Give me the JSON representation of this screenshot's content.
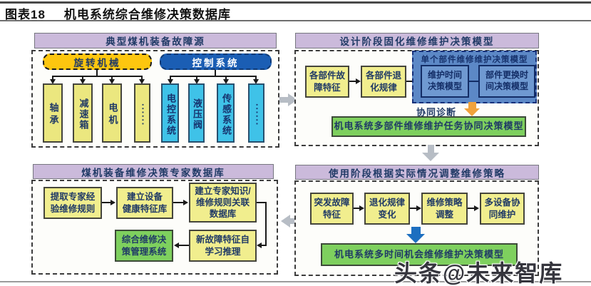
{
  "title": {
    "figure_label": "图表18",
    "text": "机电系统综合维修决策数据库"
  },
  "watermark": "头条@未来智库",
  "colors": {
    "header_fill": "#cbbadb",
    "yellow_box": "#f1ee8e",
    "tall_yellow": "#ebe77f",
    "gold_pill": "#fdc60f",
    "blue_pill": "#1b5eb4",
    "cyan_box": "#3fc2e8",
    "container_blue": "#5c88c6",
    "inner_blue": "#6f99d1",
    "green_box": "#7ed05e",
    "orange_arrow": "#f0a23c",
    "gray_arrow": "#b7bdc5",
    "blue_arrow": "#1d6fc0",
    "text_navy": "#203a66"
  },
  "quadrants": {
    "fault_sources": {
      "header": "典型煤机装备故障源",
      "groups": [
        {
          "label": "旋转机械",
          "items": [
            "轴承",
            "减速箱",
            "电机",
            "······"
          ]
        },
        {
          "label": "控制系统",
          "items": [
            "电控系统",
            "液压阀",
            "传感系统",
            "······"
          ]
        }
      ]
    },
    "design_stage": {
      "header": "设计阶段固化维修维护决策模型",
      "box1": "各部件故\n障特征",
      "box2": "各部件退\n化规律",
      "container_title": "单个部件维修维护决策模型",
      "sub1": "维护时间\n决策模型",
      "sub2": "部件更换时\n间决策模型",
      "collab_label": "协同诊断",
      "result": "机电系统多部件维修维护任务协同决策模型"
    },
    "expert_db": {
      "header": "煤机装备维修决策专家数据库",
      "box1": "提取专家经\n验维修规则",
      "box2": "建立设备\n健康特征库",
      "box3": "建立专家知识/\n维修规则关联\n数据库",
      "box4": "新故障特征自\n学习推理",
      "result": "综合维修决\n策管理系统"
    },
    "usage_stage": {
      "header": "使用阶段根据实际情况调整维修策略",
      "box1": "突发故障\n特征",
      "box2": "退化规律\n变化",
      "box3": "维修策略\n调整",
      "box4": "多设备协\n同维护",
      "result": "机电系统多时间机会维修维护决策模型"
    }
  }
}
